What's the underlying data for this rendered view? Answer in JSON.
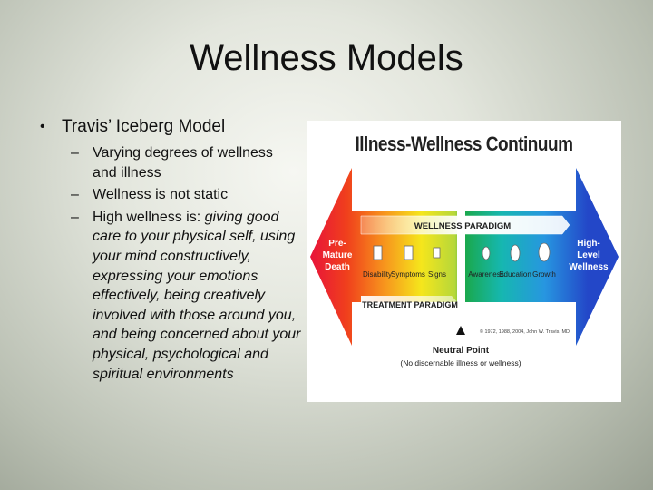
{
  "slide": {
    "title": "Wellness Models"
  },
  "bullets": {
    "main": "Travis’ Iceberg Model",
    "sub1": "Varying degrees of wellness and illness",
    "sub2": "Wellness is not static",
    "sub3_prefix": "High wellness is: ",
    "sub3_italic": "giving good care to your physical self, using your mind constructively, expressing your emotions effectively, being creatively involved with those around you, and being concerned about your physical, psychological and spiritual environments"
  },
  "figure": {
    "title": "Illness-Wellness Continuum",
    "left_label": [
      "Pre-",
      "Mature",
      "Death"
    ],
    "right_label": [
      "High-",
      "Level",
      "Wellness"
    ],
    "wellness_paradigm": "Wellness Paradigm",
    "treatment_paradigm": "Treatment Paradigm",
    "illness_stages": [
      "Disability",
      "Symptoms",
      "Signs"
    ],
    "wellness_stages": [
      "Awareness",
      "Education",
      "Growth"
    ],
    "neutral_point": "Neutral Point",
    "neutral_sub": "(No discernable illness or wellness)",
    "copyright": "© 1972, 1988, 2004, John W. Travis, MD",
    "colors": {
      "left_arrow": "#e8133a",
      "right_arrow": "#2347c8",
      "center_bar": "#1aa84a"
    }
  }
}
